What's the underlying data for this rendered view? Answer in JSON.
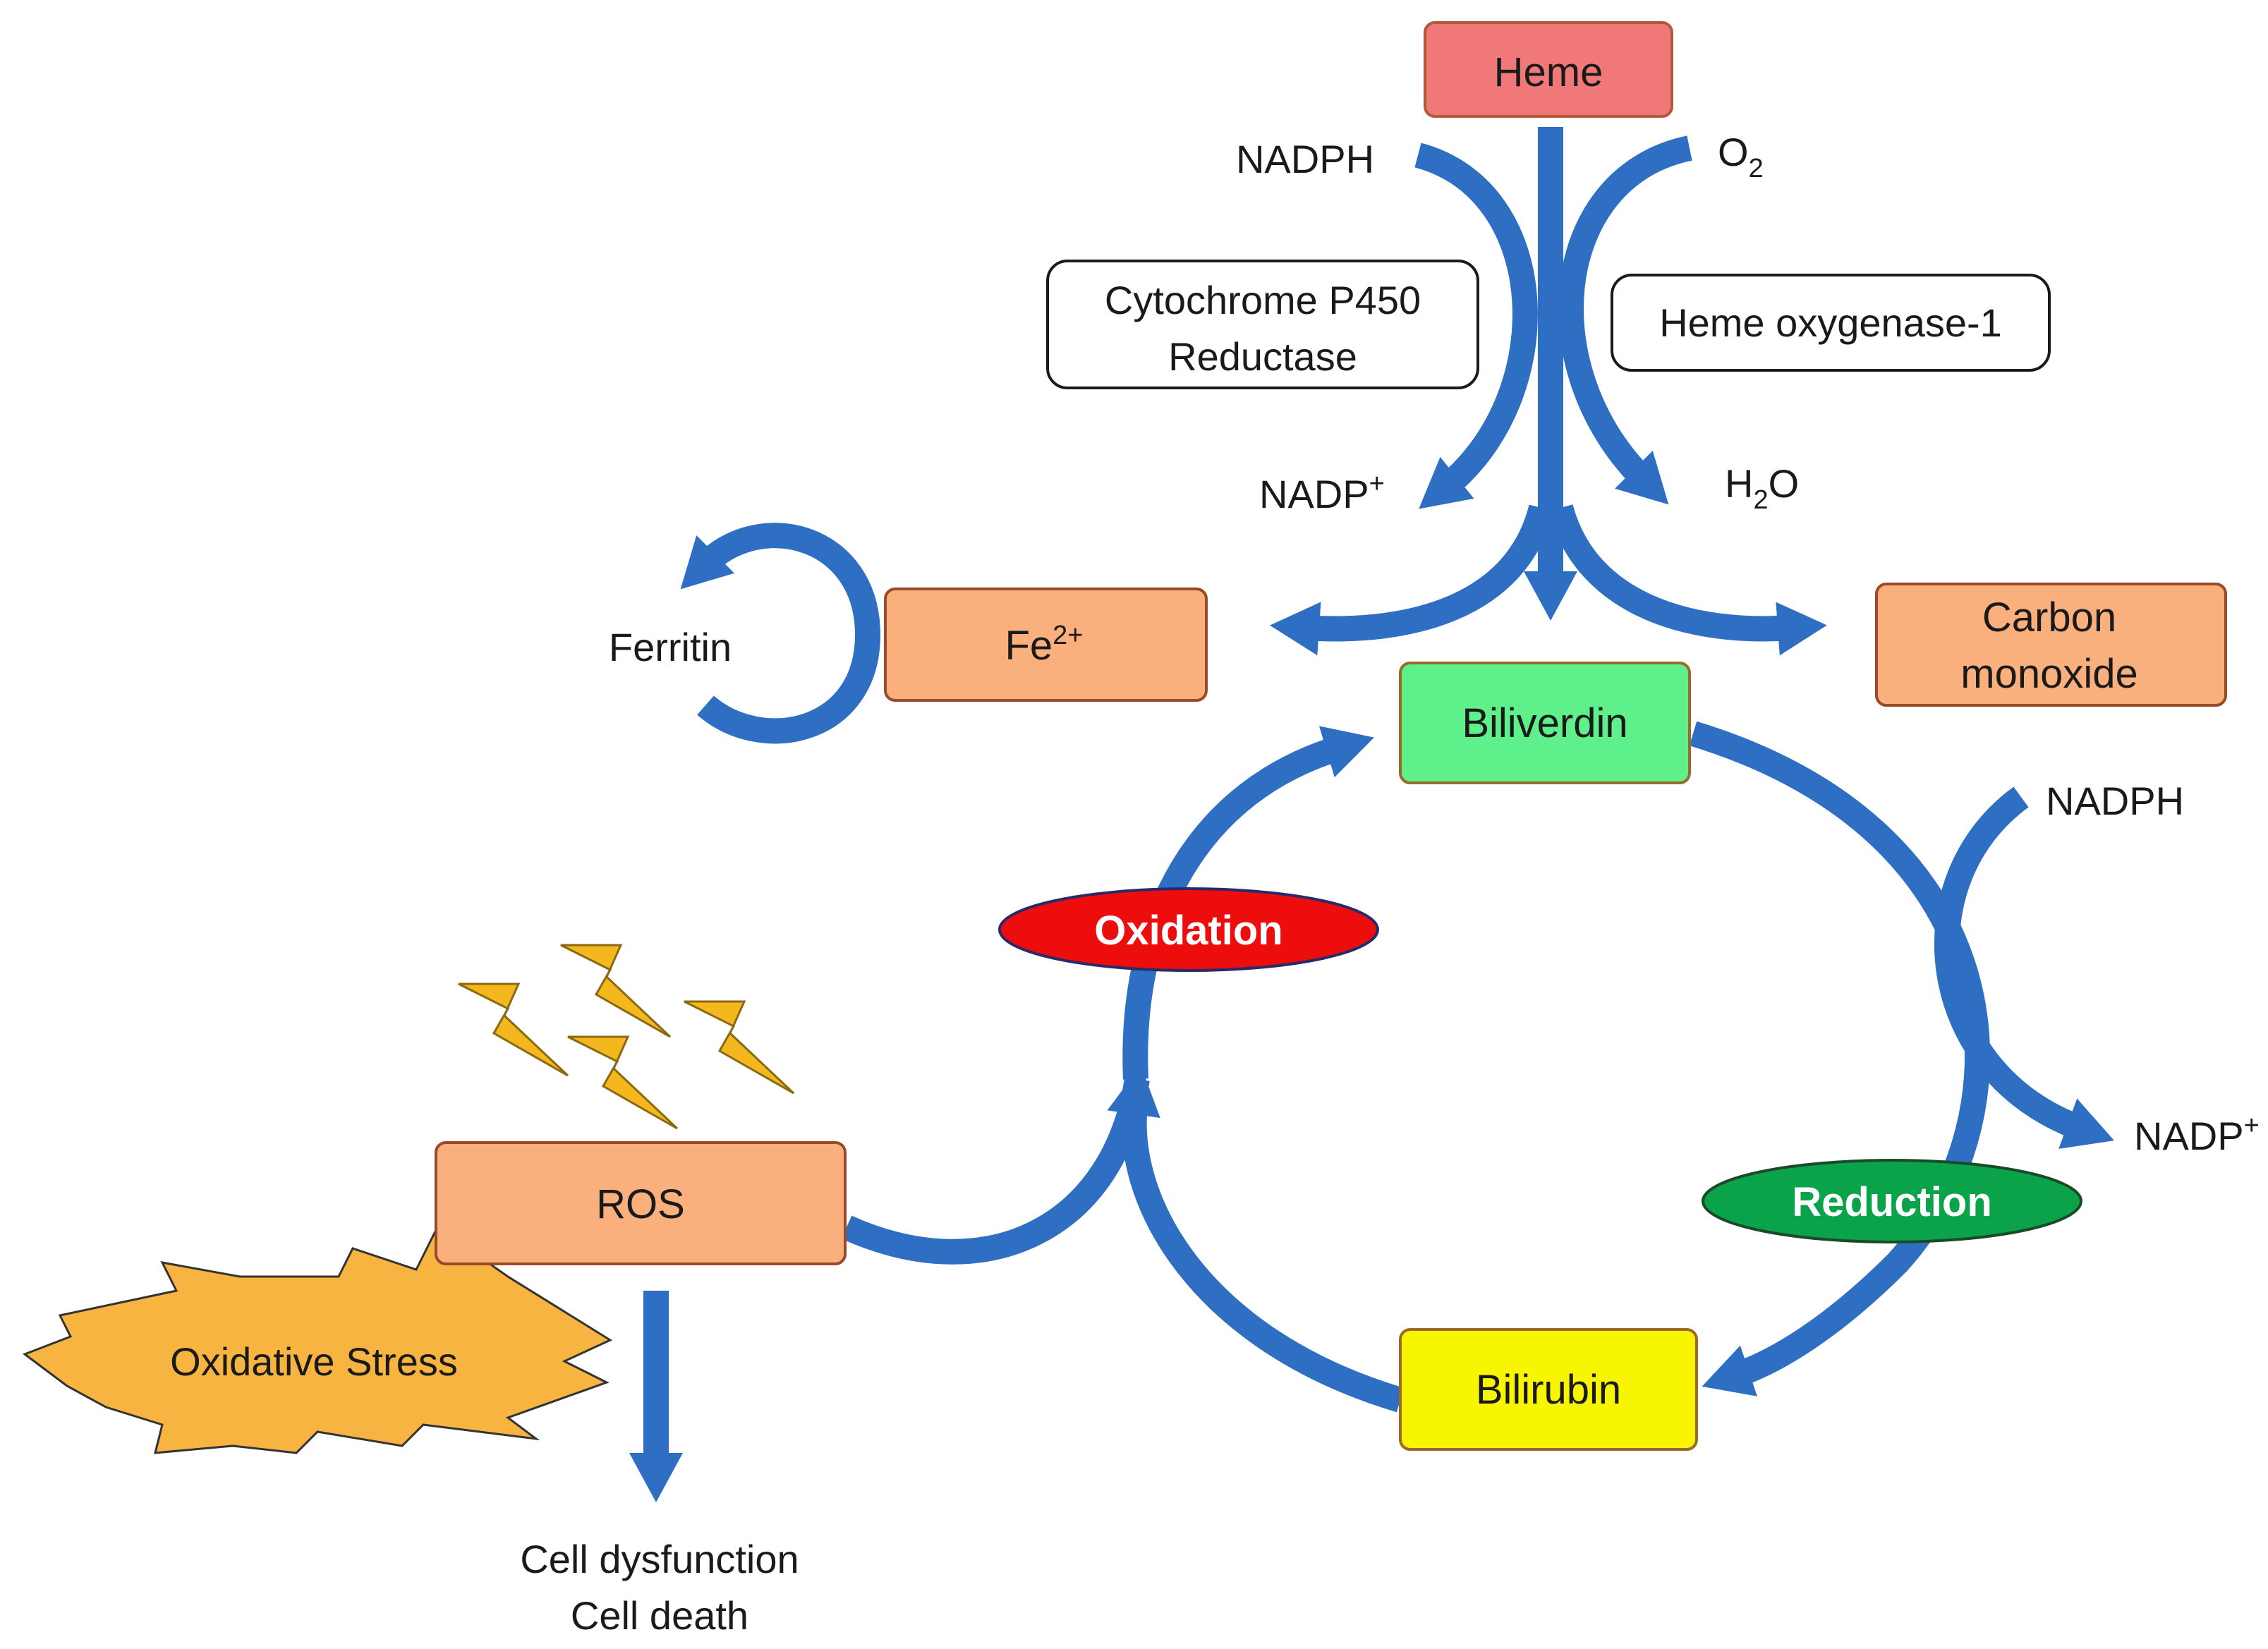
{
  "nodes": {
    "heme": "Heme",
    "biliverdin": "Biliverdin",
    "bilirubin": "Bilirubin",
    "fe_base": "Fe",
    "fe_sup": "2+",
    "carbon_monoxide_line1": "Carbon",
    "carbon_monoxide_line2": "monoxide",
    "ros": "ROS"
  },
  "enzymes": {
    "cpr_line1": "Cytochrome P450",
    "cpr_line2": "Reductase",
    "ho1": "Heme oxygenase-1"
  },
  "cofactors": {
    "nadph_top": "NADPH",
    "o2_base": "O",
    "o2_sub": "2",
    "nadp_top_base": "NADP",
    "nadp_top_sup": "+",
    "h2o_pre": "H",
    "h2o_sub": "2",
    "h2o_post": "O",
    "ferritin": "Ferritin",
    "nadph_right": "NADPH",
    "nadp_right_base": "NADP",
    "nadp_right_sup": "+"
  },
  "processes": {
    "oxidation": "Oxidation",
    "reduction": "Reduction"
  },
  "stress": {
    "oxidative_stress": "Oxidative Stress",
    "outcome_line1": "Cell dysfunction",
    "outcome_line2": "Cell death"
  },
  "colors": {
    "arrow": "#2e6fc4",
    "arrow_edge": "#1d4f94",
    "heme": "#f07878",
    "biliverdin": "#5ef08a",
    "bilirubin": "#f8f500",
    "product": "#f9b07c",
    "oxidation": "#ee0d0d",
    "reduction": "#0aa34a",
    "starburst": "#f8b440",
    "bolt": "#f4b81e"
  }
}
